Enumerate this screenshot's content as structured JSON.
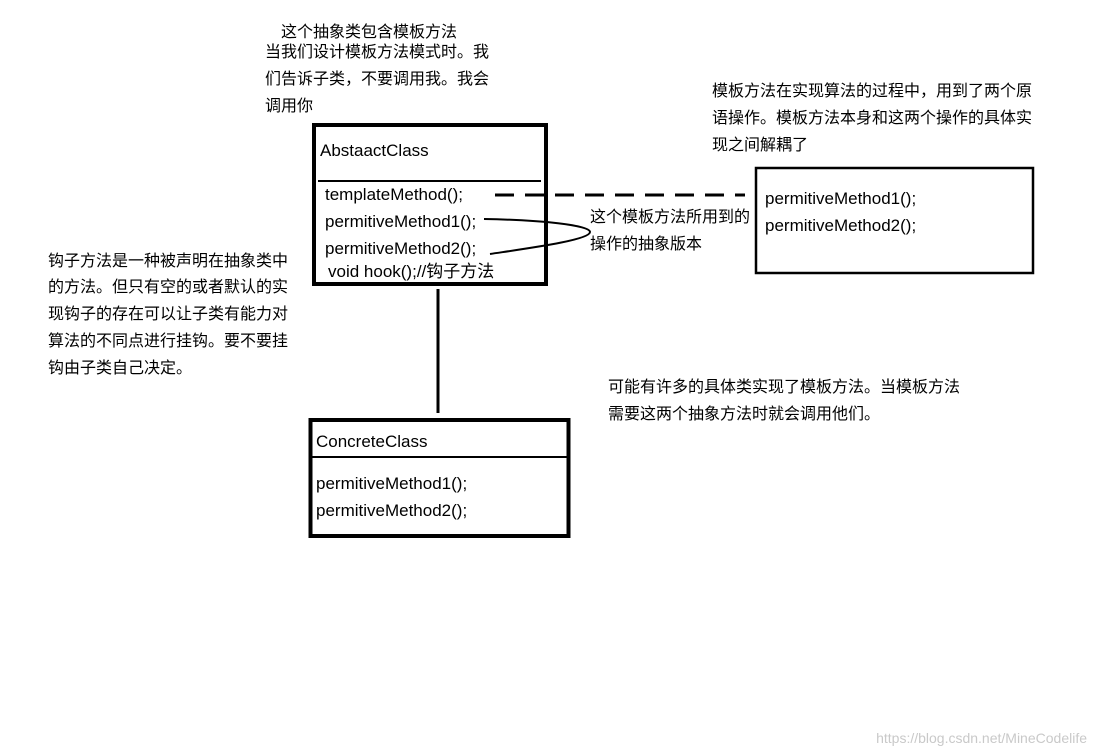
{
  "abstract_class_note": {
    "heading": "这个抽象类包含模板方法",
    "lines": [
      "当我们设计模板方法模式时。我",
      "们告诉子类，不要调用我。我会",
      "调用你"
    ]
  },
  "decoupling_note": {
    "lines": [
      "模板方法在实现算法的过程中，用到了两个原",
      "语操作。模板方法本身和这两个操作的具体实",
      "现之间解耦了"
    ]
  },
  "abstract_ops_note": {
    "lines": [
      "这个模板方法所用到的",
      "操作的抽象版本"
    ]
  },
  "hook_note": {
    "lines": [
      "钩子方法是一种被声明在抽象类中",
      "的方法。但只有空的或者默认的实",
      "现钩子的存在可以让子类有能力对",
      "算法的不同点进行挂钩。要不要挂",
      "钩由子类自己决定。"
    ]
  },
  "concrete_note": {
    "lines": [
      "可能有许多的具体类实现了模板方法。当模板方法",
      "需要这两个抽象方法时就会调用他们。"
    ]
  },
  "abstract_class": {
    "name": "AbstaactClass",
    "members": [
      "templateMethod();",
      "permitiveMethod1();",
      "permitiveMethod2();",
      "void hook();//钩子方法"
    ]
  },
  "primitive_operations": {
    "members": [
      "permitiveMethod1();",
      "permitiveMethod2();"
    ]
  },
  "concrete_class": {
    "name": "ConcreteClass",
    "members": [
      "permitiveMethod1();",
      "permitiveMethod2();"
    ]
  },
  "watermark": "https://blog.csdn.net/MineCodelife",
  "colors": {
    "ink": "#000000",
    "background": "#ffffff",
    "watermark": "#c9c9c9"
  }
}
